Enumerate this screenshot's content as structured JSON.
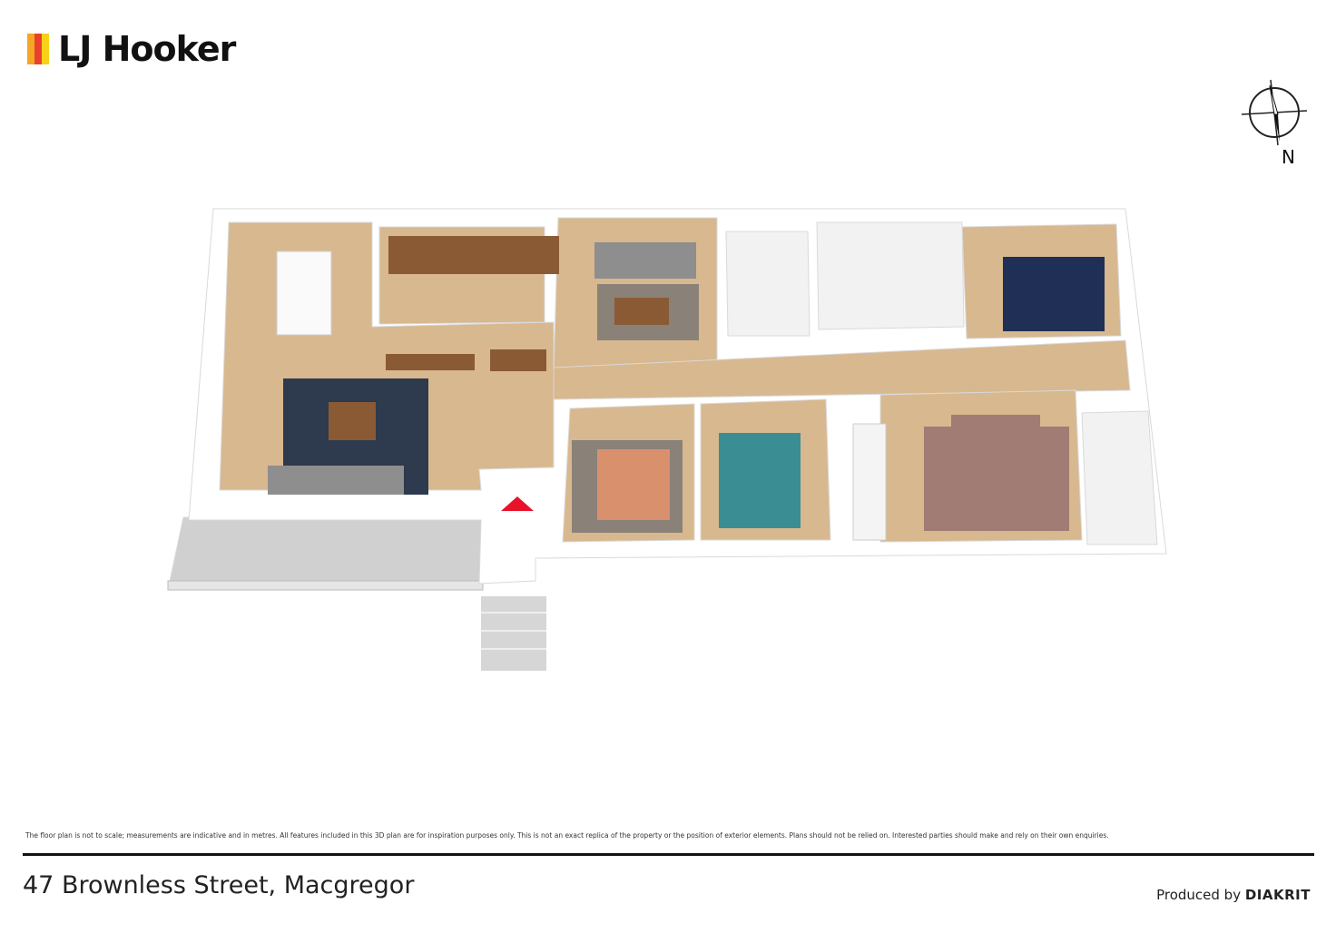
{
  "brand": {
    "name": "LJ Hooker",
    "bar_colors": [
      "#f5a623",
      "#e8412c",
      "#f7d117"
    ]
  },
  "compass": {
    "label": "N"
  },
  "floorplan": {
    "colors": {
      "wall": "#ffffff",
      "wall_shadow": "#d9d9d9",
      "floor_wood": "#d8b88f",
      "floor_tile": "#f2f2f2",
      "deck": "#d0d0d0",
      "rug_dark": "#2e3a4d",
      "rug_grey": "#8a8178",
      "bed_navy": "#1f2f55",
      "bed_teal": "#3b8d94",
      "bed_peach": "#d9906d",
      "bed_mauve": "#a07c74",
      "sofa_grey": "#8e8e8e",
      "wood_furniture": "#8a5a35",
      "entry_marker": "#e8132b"
    }
  },
  "disclaimer": "The floor plan is not to scale; measurements are indicative and in metres. All features included in this 3D plan are for inspiration purposes only. This is not an exact replica of the property or the position of exterior elements. Plans should not be relied on. Interested parties should make and rely on their own enquiries.",
  "address": "47 Brownless Street, Macgregor",
  "producer": {
    "prefix": "Produced by",
    "name": "DIAKRIT"
  }
}
